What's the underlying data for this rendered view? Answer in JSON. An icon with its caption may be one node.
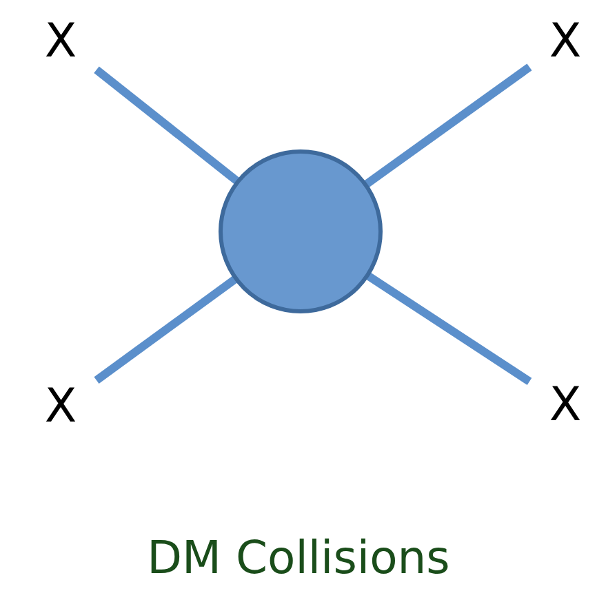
{
  "diagram": {
    "caption": "DM Collisions",
    "nodes": [
      {
        "text": [
          "X"
        ]
      },
      {
        "text": [
          "X"
        ]
      },
      {
        "text": [
          "X"
        ]
      },
      {
        "text": [
          "X"
        ]
      },
      {
        "text": [],
        "shape": "circle"
      }
    ],
    "edges": [
      {
        "from": 0,
        "to": 4,
        "arrow": "none"
      },
      {
        "from": 1,
        "to": 4,
        "arrow": "none"
      },
      {
        "from": 2,
        "to": 4,
        "arrow": "none"
      },
      {
        "from": 3,
        "to": 4,
        "arrow": "none"
      }
    ]
  }
}
